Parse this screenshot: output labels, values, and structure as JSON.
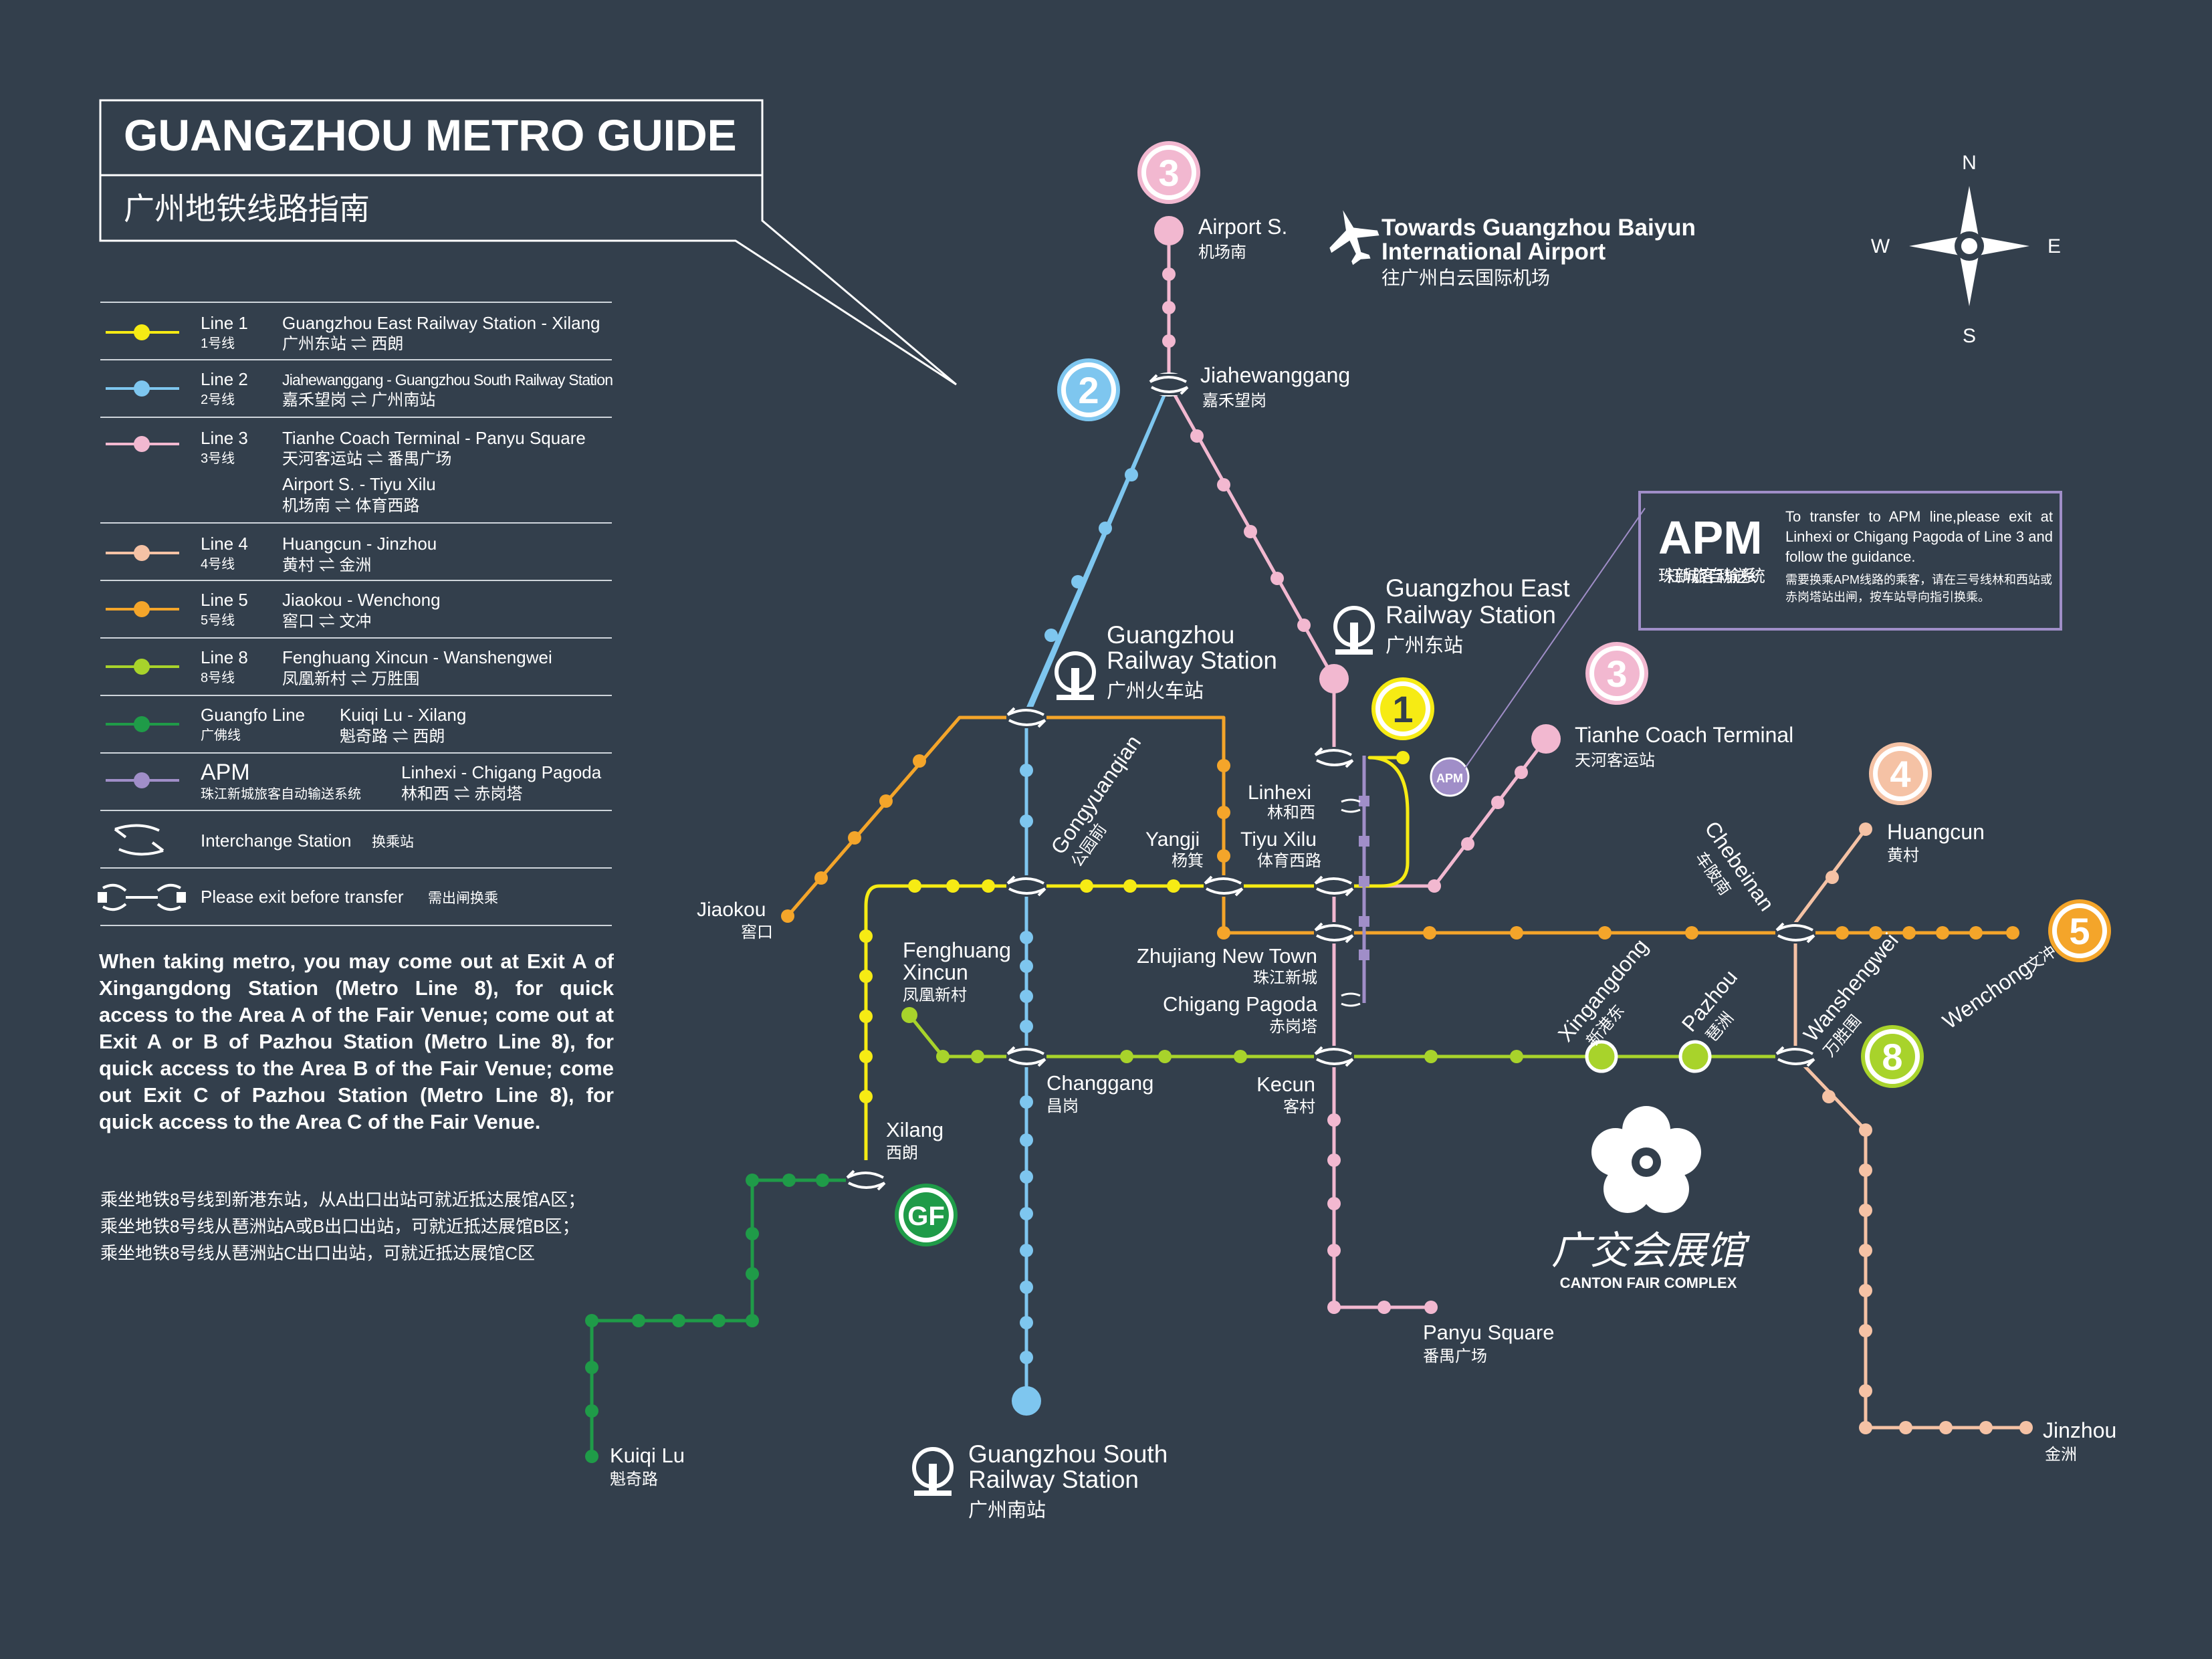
{
  "title": {
    "en": "GUANGZHOU METRO GUIDE",
    "zh": "广州地铁线路指南"
  },
  "legend": [
    {
      "line": "Line 1",
      "line_zh": "1号线",
      "color": "#f6eb14",
      "route": "Guangzhou East Railway Station - Xilang",
      "route_zh": "广州东站 ⇌ 西朗"
    },
    {
      "line": "Line 2",
      "line_zh": "2号线",
      "color": "#7ec6ef",
      "route": "Jiahewanggang - Guangzhou South Railway Station",
      "route_zh": "嘉禾望岗 ⇌ 广州南站"
    },
    {
      "line": "Line 3",
      "line_zh": "3号线",
      "color": "#f2b8d0",
      "route": "Tianhe Coach Terminal - Panyu Square",
      "route_zh": "天河客运站 ⇌ 番禺广场",
      "route2": "Airport S. - Tiyu Xilu",
      "route2_zh": "机场南 ⇌ 体育西路"
    },
    {
      "line": "Line 4",
      "line_zh": "4号线",
      "color": "#f5c2a5",
      "route": "Huangcun - Jinzhou",
      "route_zh": "黄村 ⇌ 金洲"
    },
    {
      "line": "Line 5",
      "line_zh": "5号线",
      "color": "#f4a52a",
      "route": "Jiaokou - Wenchong",
      "route_zh": "窖口 ⇌ 文冲"
    },
    {
      "line": "Line 8",
      "line_zh": "8号线",
      "color": "#a8d32b",
      "route": "Fenghuang Xincun - Wanshengwei",
      "route_zh": "凤凰新村 ⇌ 万胜围"
    },
    {
      "line": "Guangfo Line",
      "line_zh": "广佛线",
      "color": "#1f9b48",
      "route": "Kuiqi Lu - Xilang",
      "route_zh": "魁奇路 ⇌ 西朗"
    },
    {
      "line": "APM",
      "line_zh": "珠江新城旅客自动输送系统",
      "color": "#a08ec8",
      "route": "Linhexi - Chigang Pagoda",
      "route_zh": "林和西 ⇌ 赤岗塔"
    }
  ],
  "interchange": {
    "en": "Interchange Station",
    "zh": "换乘站"
  },
  "exit_transfer": {
    "en": "Please exit before transfer",
    "zh": "需出闸换乘"
  },
  "note_en": "When taking metro, you may come out at Exit A of Xingangdong Station (Metro Line 8), for quick access to the Area A of the Fair Venue; come out at Exit A or B of Pazhou Station (Metro Line 8), for quick access to the Area B of the Fair Venue; come out Exit C of Pazhou Station (Metro Line 8), for quick access to the Area C of the Fair Venue.",
  "note_zh": [
    "乘坐地铁8号线到新港东站，从A出口出站可就近抵达展馆A区；",
    "乘坐地铁8号线从琶洲站A或B出口出站，可就近抵达展馆B区；",
    "乘坐地铁8号线从琶洲站C出口出站，可就近抵达展馆C区"
  ],
  "apm_box": {
    "title": "APM",
    "zh": "珠江新城旅客自动输送系统",
    "en": "To transfer to APM line,please exit at Linhexi or Chigang Pagoda of Line 3 and follow the guidance.",
    "zh_note": "需要换乘APM线路的乘客，请在三号线林和西站或赤岗塔站出闸，按车站导向指引换乘。",
    "badge": "APM"
  },
  "airport": {
    "en1": "Towards Guangzhou Baiyun",
    "en2": "International Airport",
    "zh": "往广州白云国际机场"
  },
  "compass": {
    "n": "N",
    "s": "S",
    "e": "E",
    "w": "W"
  },
  "badges": {
    "l3a": "3",
    "l2": "2",
    "l3b": "3",
    "l1": "1",
    "l4": "4",
    "l5": "5",
    "l8": "8",
    "gf": "GF"
  },
  "stations": {
    "airport_s": {
      "en": "Airport S.",
      "zh": "机场南"
    },
    "jiahewanggang": {
      "en": "Jiahewanggang",
      "zh": "嘉禾望岗"
    },
    "gz_east": {
      "en1": "Guangzhou East",
      "en2": "Railway Station",
      "zh": "广州东站"
    },
    "gz_rail": {
      "en1": "Guangzhou",
      "en2": "Railway Station",
      "zh": "广州火车站"
    },
    "gz_south": {
      "en1": "Guangzhou South",
      "en2": "Railway Station",
      "zh": "广州南站"
    },
    "tianhe_coach": {
      "en": "Tianhe Coach Terminal",
      "zh": "天河客运站"
    },
    "huangcun": {
      "en": "Huangcun",
      "zh": "黄村"
    },
    "chebeinan": {
      "en": "Chebeinan",
      "zh": "车陂南"
    },
    "wenchong": {
      "en": "Wenchong",
      "zh": "文冲"
    },
    "wanshengwei": {
      "en": "Wanshengwei",
      "zh": "万胜围"
    },
    "jinzhou": {
      "en": "Jinzhou",
      "zh": "金洲"
    },
    "linhexi": {
      "en": "Linhexi",
      "zh": "林和西"
    },
    "tiyu_xilu": {
      "en": "Tiyu Xilu",
      "zh": "体育西路"
    },
    "yangji": {
      "en": "Yangji",
      "zh": "杨箕"
    },
    "gongyuanqian": {
      "en": "Gongyuanqian",
      "zh": "公园前"
    },
    "jiaokou": {
      "en": "Jiaokou",
      "zh": "窖口"
    },
    "fenghuang": {
      "en1": "Fenghuang",
      "en2": "Xincun",
      "zh": "凤凰新村"
    },
    "zhujiang": {
      "en": "Zhujiang New Town",
      "zh": "珠江新城"
    },
    "chigang": {
      "en": "Chigang Pagoda",
      "zh": "赤岗塔"
    },
    "kecun": {
      "en": "Kecun",
      "zh": "客村"
    },
    "changgang": {
      "en": "Changgang",
      "zh": "昌岗"
    },
    "xilang": {
      "en": "Xilang",
      "zh": "西朗"
    },
    "kuiqi": {
      "en": "Kuiqi Lu",
      "zh": "魁奇路"
    },
    "panyu": {
      "en": "Panyu Square",
      "zh": "番禺广场"
    },
    "xingangdong": {
      "en": "Xingangdong",
      "zh": "新港东"
    },
    "pazhou": {
      "en": "Pazhou",
      "zh": "琶洲"
    }
  },
  "canton_fair": {
    "zh": "广交会展馆",
    "en": "CANTON FAIR COMPLEX"
  }
}
